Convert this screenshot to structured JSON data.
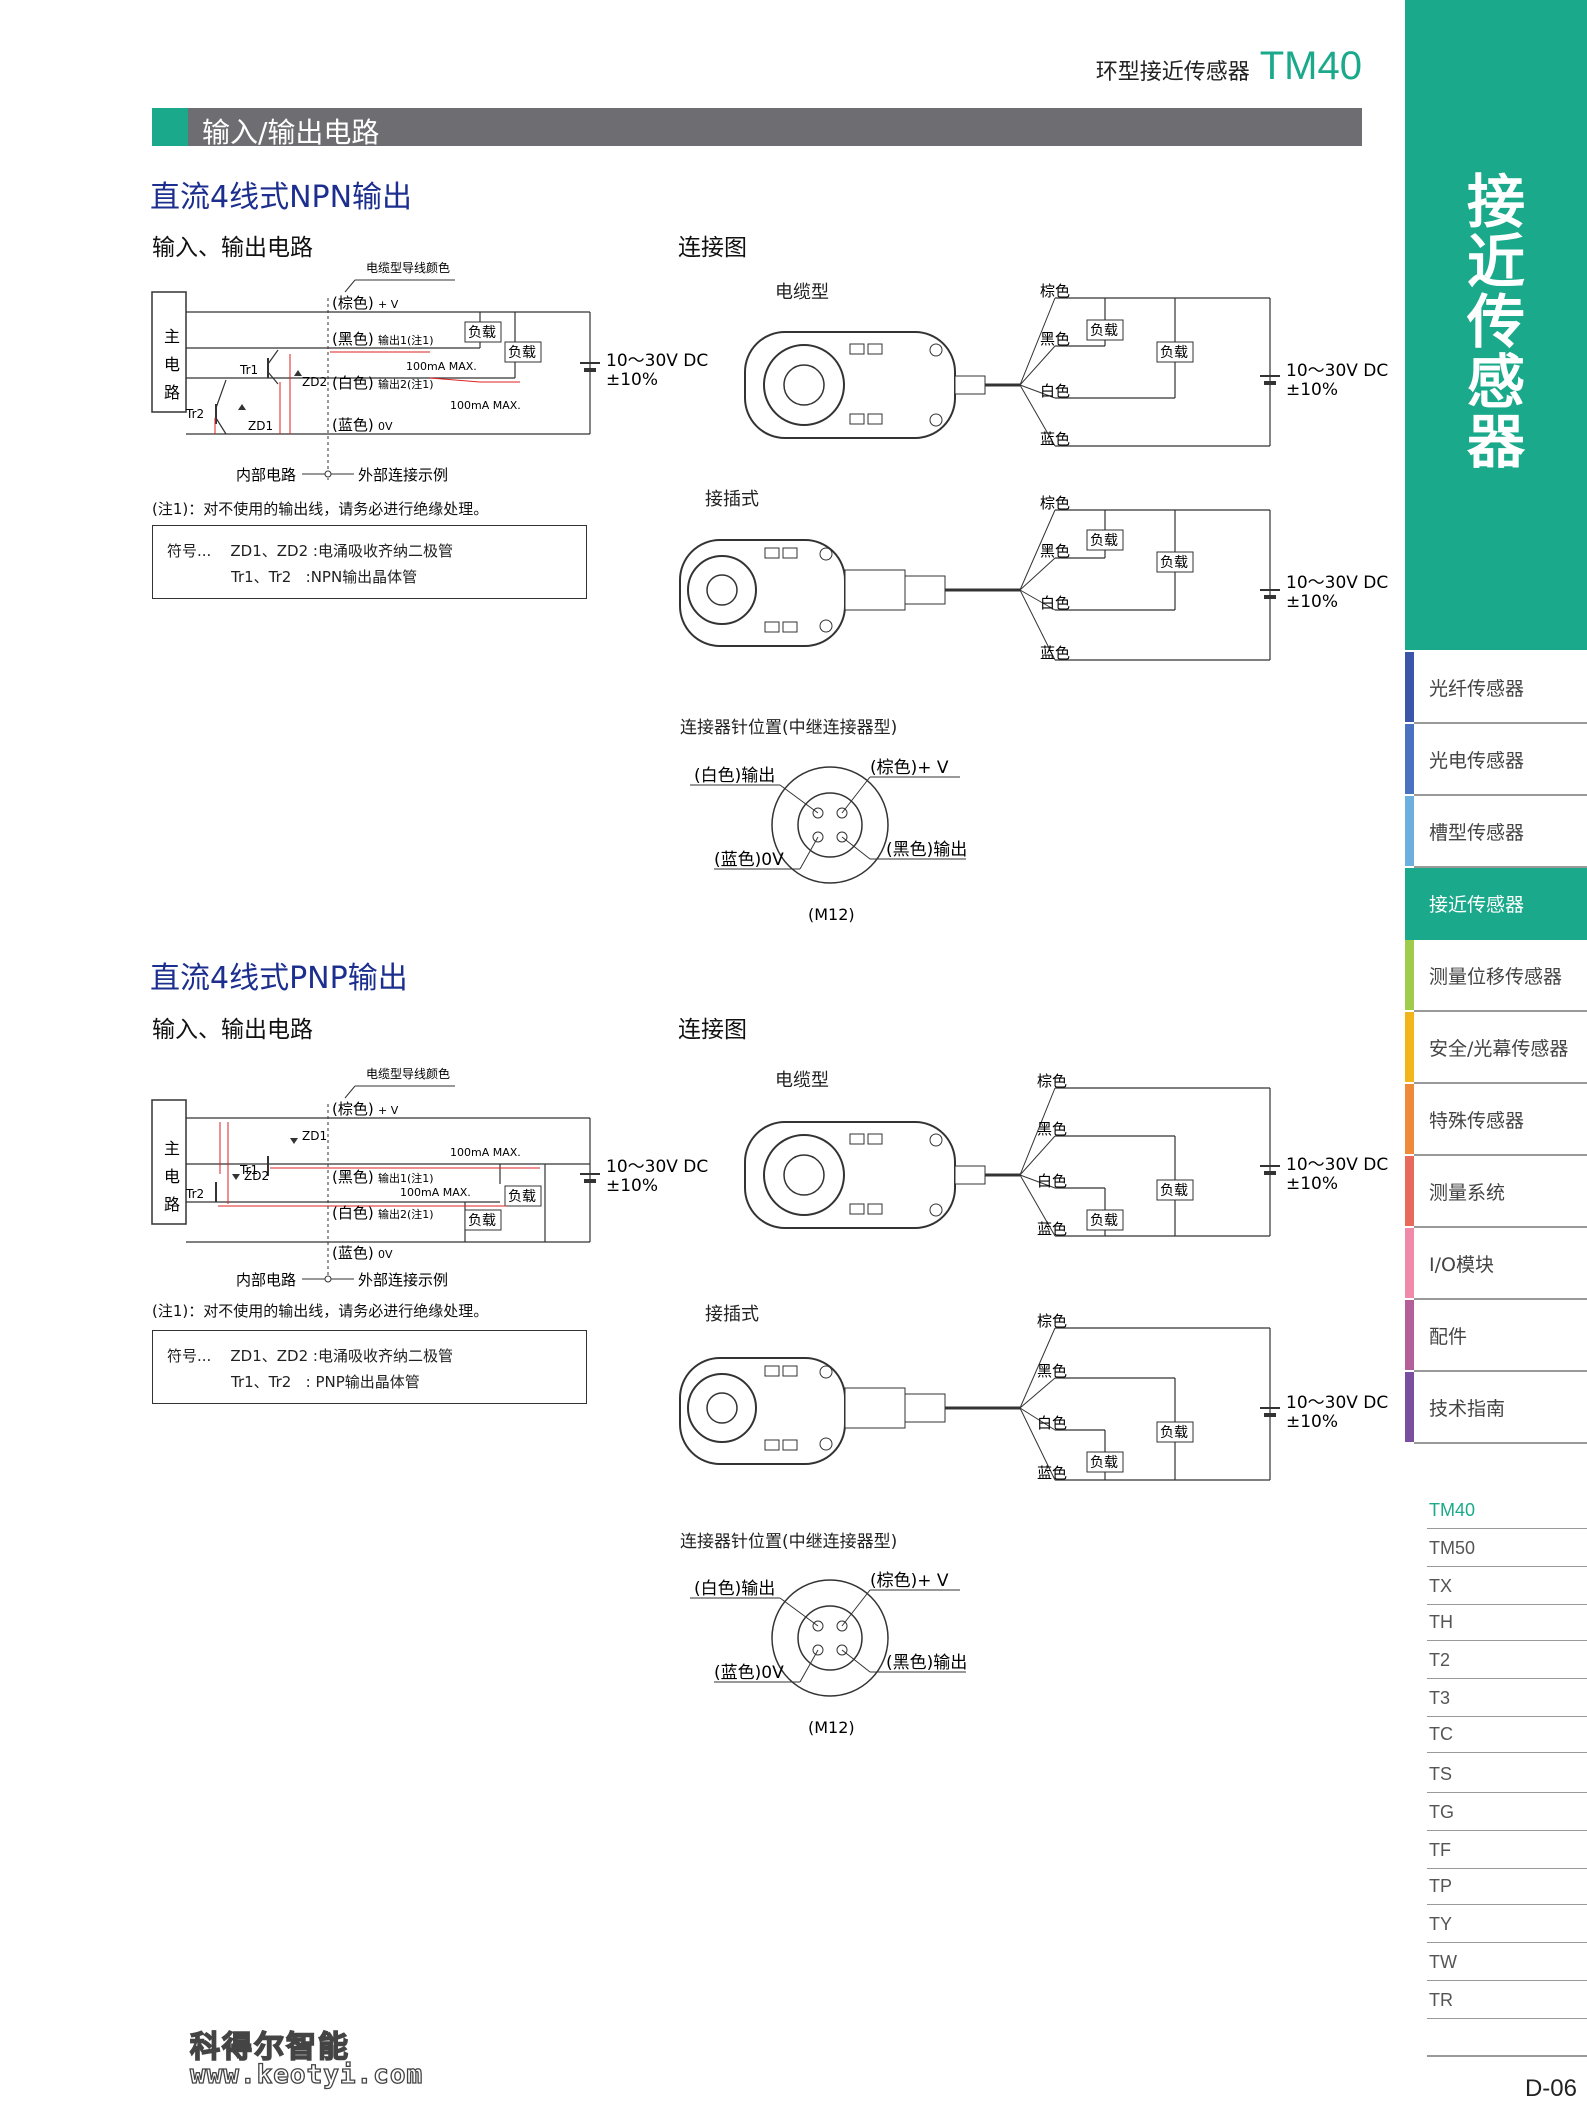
{
  "header": {
    "label": "环型接近传感器",
    "model": "TM40"
  },
  "section_title": "输入/输出电路",
  "npn": {
    "title": "直流4线式NPN输出",
    "circuit_title": "输入、输出电路",
    "conn_title": "连接图",
    "cable_color_label": "电缆型导线颜色",
    "main_circuit": [
      "主",
      "电",
      "路"
    ],
    "lines": {
      "brown": "(棕色)",
      "brown_v": "+ V",
      "black": "(黑色)",
      "black_out": "输出1(注1)",
      "white": "(白色)",
      "white_out": "输出2(注1)",
      "blue": "(蓝色)",
      "blue_v": "0V"
    },
    "tr1": "Tr1",
    "tr2": "Tr2",
    "zd1": "ZD1",
    "zd2": "ZD2",
    "max1": "100mA MAX.",
    "max2": "100mA MAX.",
    "load": "负载",
    "supply": "10～30V DC",
    "tolerance": "±10%",
    "internal": "内部电路",
    "external": "外部连接示例",
    "note": "(注1)：对不使用的输出线，请务必进行绝缘处理。",
    "legend_line1": "符号...    ZD1、ZD2 :电涌吸收齐纳二极管",
    "legend_line2": "Tr1、Tr2   :NPN输出晶体管",
    "cable_type": "电缆型",
    "plug_type": "接插式",
    "wires": [
      "棕色",
      "黑色",
      "白色",
      "蓝色"
    ],
    "pin_title": "连接器针位置(中继连接器型)",
    "pins": {
      "white": "(白色)输出",
      "brown": "(棕色)+ V",
      "blue": "(蓝色)0V",
      "black": "(黑色)输出"
    },
    "m12": "(M12)"
  },
  "pnp": {
    "title": "直流4线式PNP输出",
    "circuit_title": "输入、输出电路",
    "conn_title": "连接图",
    "cable_color_label": "电缆型导线颜色",
    "main_circuit": [
      "主",
      "电",
      "路"
    ],
    "lines": {
      "brown": "(棕色)",
      "brown_v": "+ V",
      "black": "(黑色)",
      "black_out": "输出1(注1)",
      "white": "(白色)",
      "white_out": "输出2(注1)",
      "blue": "(蓝色)",
      "blue_v": "0V"
    },
    "tr1": "Tr1",
    "tr2": "Tr2",
    "zd1": "ZD1",
    "zd2": "ZD2",
    "max1": "100mA MAX.",
    "max2": "100mA MAX.",
    "load": "负载",
    "supply": "10～30V DC",
    "tolerance": "±10%",
    "internal": "内部电路",
    "external": "外部连接示例",
    "note": "(注1)：对不使用的输出线，请务必进行绝缘处理。",
    "legend_line1": "符号...    ZD1、ZD2 :电涌吸收齐纳二极管",
    "legend_line2": "Tr1、Tr2   : PNP输出晶体管",
    "cable_type": "电缆型",
    "plug_type": "接插式",
    "wires": [
      "棕色",
      "黑色",
      "白色",
      "蓝色"
    ],
    "pin_title": "连接器针位置(中继连接器型)",
    "pins": {
      "white": "(白色)输出",
      "brown": "(棕色)+ V",
      "blue": "(蓝色)0V",
      "black": "(黑色)输出"
    },
    "m12": "(M12)"
  },
  "sidebar": {
    "title": "接近传感器",
    "categories": [
      {
        "label": "光纤传感器",
        "color": "#3b56a8"
      },
      {
        "label": "光电传感器",
        "color": "#4a72c0"
      },
      {
        "label": "槽型传感器",
        "color": "#6db0e0"
      },
      {
        "label": "接近传感器",
        "color": "#1aa98a"
      },
      {
        "label": "测量位移传感器",
        "color": "#9fcc4a"
      },
      {
        "label": "安全/光幕传感器",
        "color": "#f2b51c"
      },
      {
        "label": "特殊传感器",
        "color": "#ee8a3a"
      },
      {
        "label": "测量系统",
        "color": "#e86a5a"
      },
      {
        "label": "I/O模块",
        "color": "#ef8aa8"
      },
      {
        "label": "配件",
        "color": "#b45f9a"
      },
      {
        "label": "技术指南",
        "color": "#7a4fa0"
      }
    ],
    "models": [
      "TM40",
      "TM50",
      "TX",
      "TH",
      "T2",
      "T3",
      "TC",
      "TS",
      "TG",
      "TF",
      "TP",
      "TY",
      "TW",
      "TR"
    ]
  },
  "watermark": {
    "line1": "科得尔智能",
    "line2": "www.keotyi.com"
  },
  "page_number": "D-06"
}
